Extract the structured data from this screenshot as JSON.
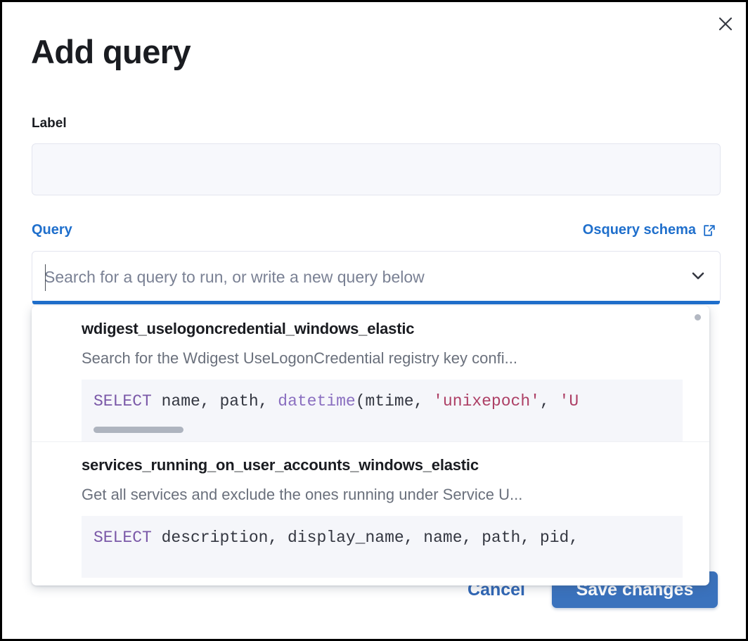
{
  "modal": {
    "title": "Add query",
    "close_icon": "close-icon"
  },
  "label_field": {
    "label": "Label",
    "value": "",
    "placeholder": ""
  },
  "query_field": {
    "label": "Query",
    "schema_link": {
      "text": "Osquery schema",
      "icon": "external-link-icon"
    },
    "combobox": {
      "value": "",
      "placeholder": "Search for a query to run, or write a new query below",
      "chevron_icon": "chevron-down-icon"
    }
  },
  "dropdown": {
    "options": [
      {
        "title": "wdigest_uselogoncredential_windows_elastic",
        "description": "Search for the Wdigest UseLogonCredential registry key confi...",
        "code_tokens": [
          {
            "text": "SELECT",
            "type": "keyword"
          },
          {
            "text": " name, path, ",
            "type": "plain"
          },
          {
            "text": "datetime",
            "type": "function"
          },
          {
            "text": "(mtime, ",
            "type": "plain"
          },
          {
            "text": "'unixepoch'",
            "type": "string"
          },
          {
            "text": ", ",
            "type": "plain"
          },
          {
            "text": "'U",
            "type": "string"
          }
        ],
        "has_scrollbar": true
      },
      {
        "title": "services_running_on_user_accounts_windows_elastic",
        "description": "Get all services and exclude the ones running under Service U...",
        "code_tokens": [
          {
            "text": "SELECT",
            "type": "keyword"
          },
          {
            "text": " description, display_name, name, path, pid,",
            "type": "plain"
          }
        ],
        "has_scrollbar": false
      }
    ]
  },
  "footer": {
    "cancel_label": "Cancel",
    "save_label": "Save changes"
  },
  "colors": {
    "accent_blue": "#1f6fcc",
    "save_button": "#3a72bd",
    "sql_keyword": "#7b59a8",
    "sql_function": "#8a6fc0",
    "sql_string": "#ad3f65",
    "code_background": "#f5f6fa"
  }
}
